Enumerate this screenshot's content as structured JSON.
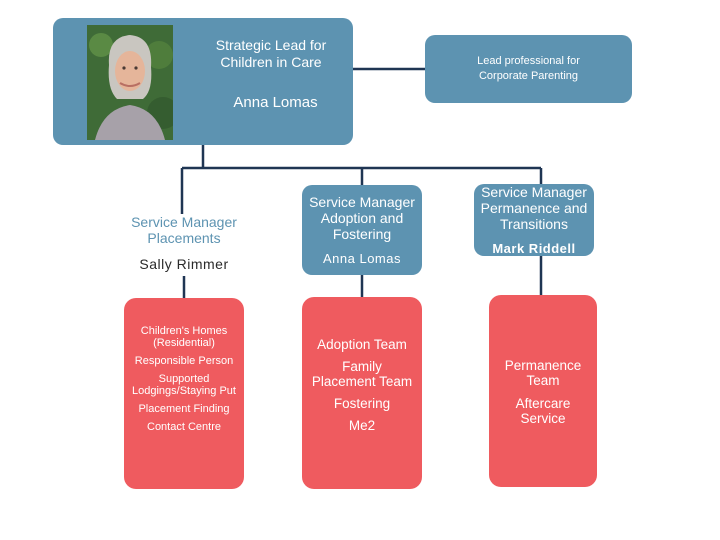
{
  "lead": {
    "title": "Strategic Lead for Children in Care",
    "name": "Anna Lomas"
  },
  "corporate": {
    "label": "Lead professional for Corporate Parenting"
  },
  "managers": [
    {
      "title": "Service Manager Placements",
      "name": "Sally Rimmer"
    },
    {
      "title": "Service Manager Adoption and Fostering",
      "name": "Anna Lomas"
    },
    {
      "title": "Service Manager Permanence and Transitions",
      "name": "Mark Riddell"
    }
  ],
  "teams": [
    {
      "items": [
        "Children's Homes (Residential)",
        "Responsible Person",
        "Supported Lodgings/Staying Put",
        "Placement Finding",
        "Contact Centre"
      ]
    },
    {
      "items": [
        "Adoption Team",
        "Family Placement Team",
        "Fostering",
        "Me2"
      ]
    },
    {
      "items": [
        "Permanence Team",
        "Aftercare Service"
      ]
    }
  ],
  "colors": {
    "blue_box": "#5d93b1",
    "red_box": "#ef5b5f",
    "connector": "#1f3553"
  },
  "icons": {
    "photo": "portrait-photo"
  }
}
